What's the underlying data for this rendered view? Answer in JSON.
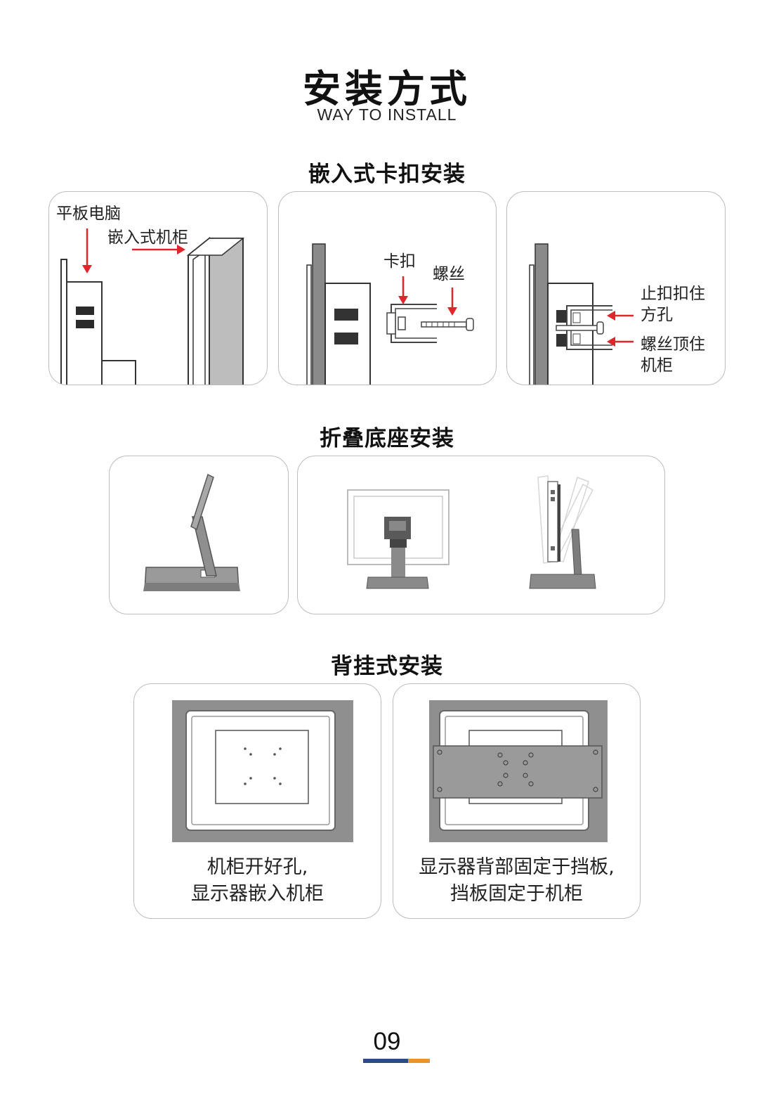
{
  "header": {
    "title": "安装方式",
    "subtitle": "WAY TO INSTALL"
  },
  "sections": {
    "embedded": {
      "title": "嵌入式卡扣安装",
      "panel1": {
        "label_tablet": "平板电脑",
        "label_cabinet": "嵌入式机柜"
      },
      "panel2": {
        "label_clip": "卡扣",
        "label_screw": "螺丝"
      },
      "panel3": {
        "label_stop_line1": "止扣扣住",
        "label_stop_line2": "方孔",
        "label_screw_line1": "螺丝顶住",
        "label_screw_line2": "机柜"
      }
    },
    "folding": {
      "title": "折叠底座安装"
    },
    "backmount": {
      "title": "背挂式安装",
      "panel1": {
        "caption_line1": "机柜开好孔,",
        "caption_line2": "显示器嵌入机柜"
      },
      "panel2": {
        "caption_line1": "显示器背部固定于挡板,",
        "caption_line2": "挡板固定于机柜"
      }
    }
  },
  "footer": {
    "page_number": "09"
  },
  "colors": {
    "arrow": "#e0252b",
    "bar_blue": "#2a4a8c",
    "bar_orange": "#e8952c",
    "device_gray": "#8a8a8a"
  }
}
